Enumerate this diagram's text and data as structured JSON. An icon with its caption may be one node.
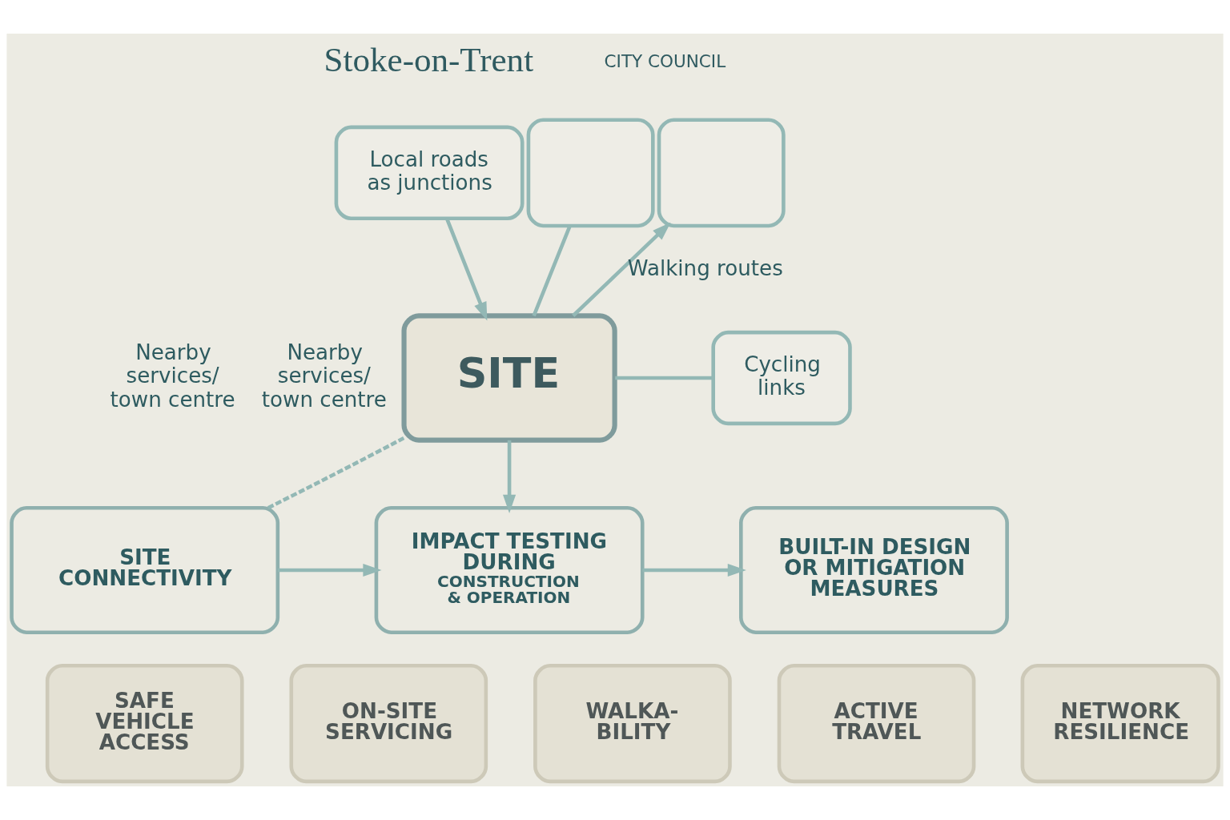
{
  "diagram": {
    "nodes": [
      {
        "text": [
          "Local roads as junctions"
        ]
      },
      {
        "text": [],
        "shape": "box"
      },
      {
        "text": [],
        "shape": "box"
      },
      {
        "text": [
          "SITE"
        ]
      },
      {
        "text": [
          "Cycling links"
        ]
      },
      {
        "text": [
          "SITE CONNECTIVITY"
        ]
      },
      {
        "text": [
          "IMPACT TESTING DURING",
          "CONSTRUCTION & OPERATION"
        ]
      },
      {
        "text": [
          "BUILT-IN DESIGN OR MITIGATION MEASURES"
        ]
      },
      {
        "text": [
          "SAFE VEHICLE ACCESS"
        ]
      },
      {
        "text": [
          "ON-SITE SERVICING"
        ]
      },
      {
        "text": [
          "WALKA- BILITY"
        ]
      },
      {
        "text": [
          "ACTIVE TRAVEL"
        ]
      },
      {
        "text": [
          "NETWORK RESILIENCE"
        ]
      }
    ],
    "edges": [
      {
        "from": 0,
        "to": 3,
        "arrow": "to"
      },
      {
        "from": 1,
        "to": 3,
        "arrow": "none"
      },
      {
        "from": 3,
        "to": 2,
        "arrow": "to",
        "label": "Walking routes"
      },
      {
        "from": 3,
        "to": 4,
        "arrow": "none"
      },
      {
        "from": 5,
        "to": 3,
        "arrow": "none",
        "style": "dashed"
      },
      {
        "from": 3,
        "to": 6,
        "arrow": "to"
      },
      {
        "from": 5,
        "to": 6,
        "arrow": "to"
      },
      {
        "from": 6,
        "to": 7,
        "arrow": "to"
      }
    ],
    "labels": [
      "Stoke-on-Trent",
      "CITY COUNCIL",
      "Nearby services/ town centre",
      "Nearby services/ town centre"
    ]
  }
}
